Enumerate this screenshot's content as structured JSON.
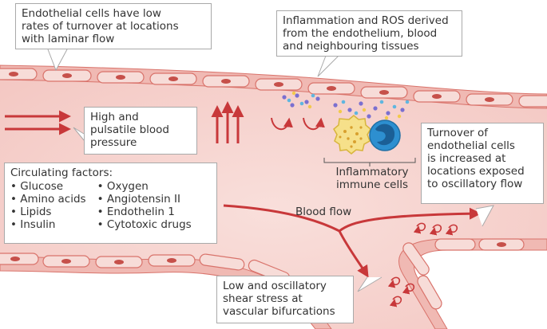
{
  "callouts": {
    "laminar": {
      "lines": [
        "Endothelial cells have low",
        "rates of turnover at locations",
        "with laminar flow"
      ]
    },
    "inflammation": {
      "lines": [
        "Inflammation and ROS derived",
        "from the endothelium, blood",
        "and neighbouring tissues"
      ]
    },
    "pressure": {
      "lines": [
        "High and",
        "pulsatile blood",
        "pressure"
      ]
    },
    "turnover": {
      "lines": [
        "Turnover of",
        "endothelial cells",
        "is increased at",
        "locations exposed",
        "to oscillatory flow"
      ]
    },
    "shear": {
      "lines": [
        "Low and oscillatory",
        "shear stress at",
        "vascular bifurcations"
      ]
    }
  },
  "factors": {
    "title": "Circulating factors:",
    "left": [
      "Glucose",
      "Amino acids",
      "Lipids",
      "Insulin"
    ],
    "right": [
      "Oxygen",
      "Angiotensin II",
      "Endothelin 1",
      "Cytotoxic drugs"
    ]
  },
  "immune_label": {
    "lines": [
      "Inflammatory",
      "immune cells"
    ]
  },
  "blood_flow_label": "Blood flow",
  "colors": {
    "vessel_wall": "#f3c9c5",
    "lumen": "#f8d9d5",
    "cell_fill": "#f7dcd8",
    "cell_stroke": "#d9736b",
    "arrow": "#c8383a",
    "neutrophil": "#f6e08a",
    "monocyte": "#2d8fd0"
  }
}
